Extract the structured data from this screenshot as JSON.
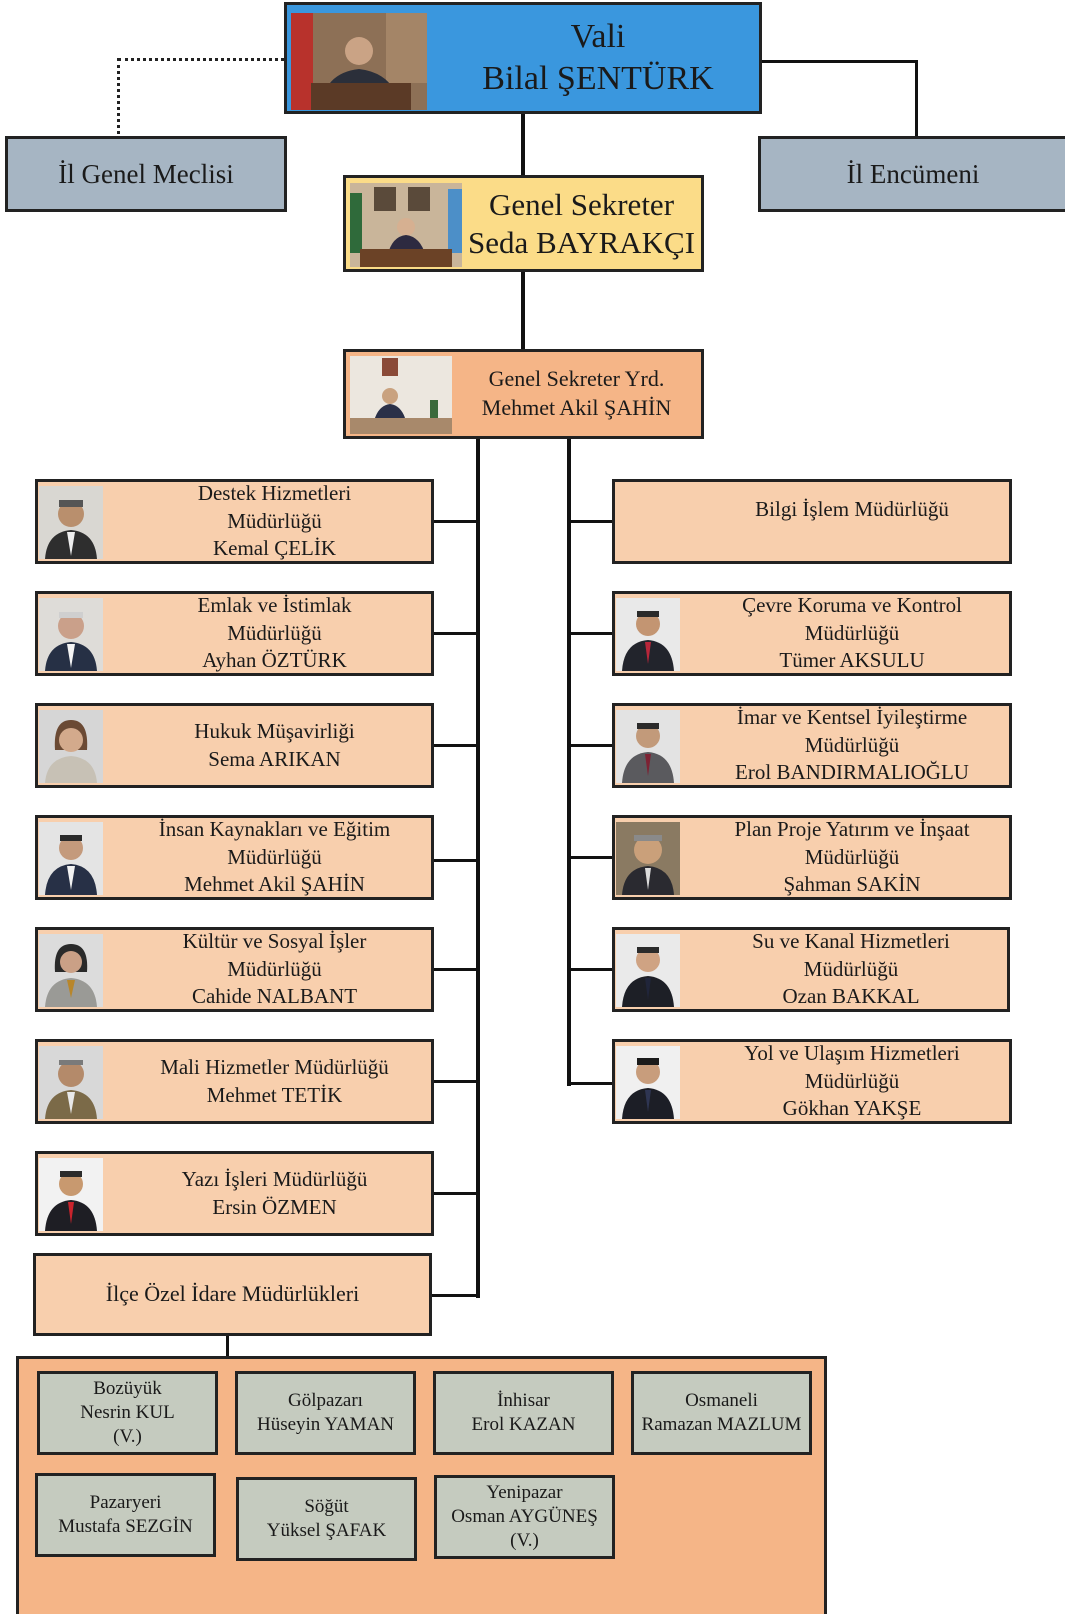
{
  "colors": {
    "governor_box": "#3a97de",
    "council_box": "#a6b5c3",
    "secretary_box": "#fbdc88",
    "deputy_box": "#f5b587",
    "department_box": "#f8cfad",
    "district_container": "#f5b587",
    "district_box": "#c5cbbf"
  },
  "governor": {
    "title": "Vali",
    "name": "Bilal ŞENTÜRK"
  },
  "councils": {
    "left": "İl Genel Meclisi",
    "right": "İl Encümeni"
  },
  "secretary": {
    "title": "Genel Sekreter",
    "name": "Seda BAYRAKÇI"
  },
  "deputy": {
    "title": "Genel Sekreter Yrd.",
    "name": "Mehmet Akil ŞAHİN"
  },
  "left_departments": [
    {
      "line1": "Destek Hizmetleri",
      "line2": "Müdürlüğü",
      "name": "Kemal ÇELİK"
    },
    {
      "line1": "Emlak ve İstimlak",
      "line2": "Müdürlüğü",
      "name": "Ayhan ÖZTÜRK"
    },
    {
      "line1": "Hukuk Müşavirliği",
      "name": "Sema ARIKAN"
    },
    {
      "line1": "İnsan Kaynakları ve Eğitim",
      "line2": "Müdürlüğü",
      "name": "Mehmet Akil ŞAHİN"
    },
    {
      "line1": "Kültür ve Sosyal İşler",
      "line2": "Müdürlüğü",
      "name": "Cahide NALBANT"
    },
    {
      "line1": "Mali Hizmetler Müdürlüğü",
      "name": "Mehmet TETİK"
    },
    {
      "line1": "Yazı İşleri Müdürlüğü",
      "name": "Ersin ÖZMEN"
    }
  ],
  "right_departments": [
    {
      "line1": "Bilgi İşlem Müdürlüğü"
    },
    {
      "line1": "Çevre Koruma ve Kontrol",
      "line2": "Müdürlüğü",
      "name": "Tümer AKSULU"
    },
    {
      "line1": "İmar ve Kentsel İyileştirme",
      "line2": "Müdürlüğü",
      "name": "Erol BANDIRMALIOĞLU"
    },
    {
      "line1": "Plan Proje Yatırım ve İnşaat",
      "line2": "Müdürlüğü",
      "name": "Şahman SAKİN"
    },
    {
      "line1": "Su ve Kanal Hizmetleri",
      "line2": "Müdürlüğü",
      "name": "Ozan BAKKAL"
    },
    {
      "line1": "Yol ve Ulaşım Hizmetleri",
      "line2": "Müdürlüğü",
      "name": "Gökhan YAKŞE"
    }
  ],
  "district_directorates": {
    "label": "İlçe Özel İdare Müdürlükleri"
  },
  "districts": [
    {
      "district": "Bozüyük",
      "name": "Nesrin KUL",
      "note": "(V.)"
    },
    {
      "district": "Gölpazarı",
      "name": "Hüseyin YAMAN"
    },
    {
      "district": "İnhisar",
      "name": "Erol KAZAN"
    },
    {
      "district": "Osmaneli",
      "name": "Ramazan MAZLUM"
    },
    {
      "district": "Pazaryeri",
      "name": "Mustafa SEZGİN"
    },
    {
      "district": "Söğüt",
      "name": "Yüksel ŞAFAK"
    },
    {
      "district": "Yenipazar",
      "name": "Osman AYGÜNEŞ",
      "note": "(V.)"
    }
  ]
}
